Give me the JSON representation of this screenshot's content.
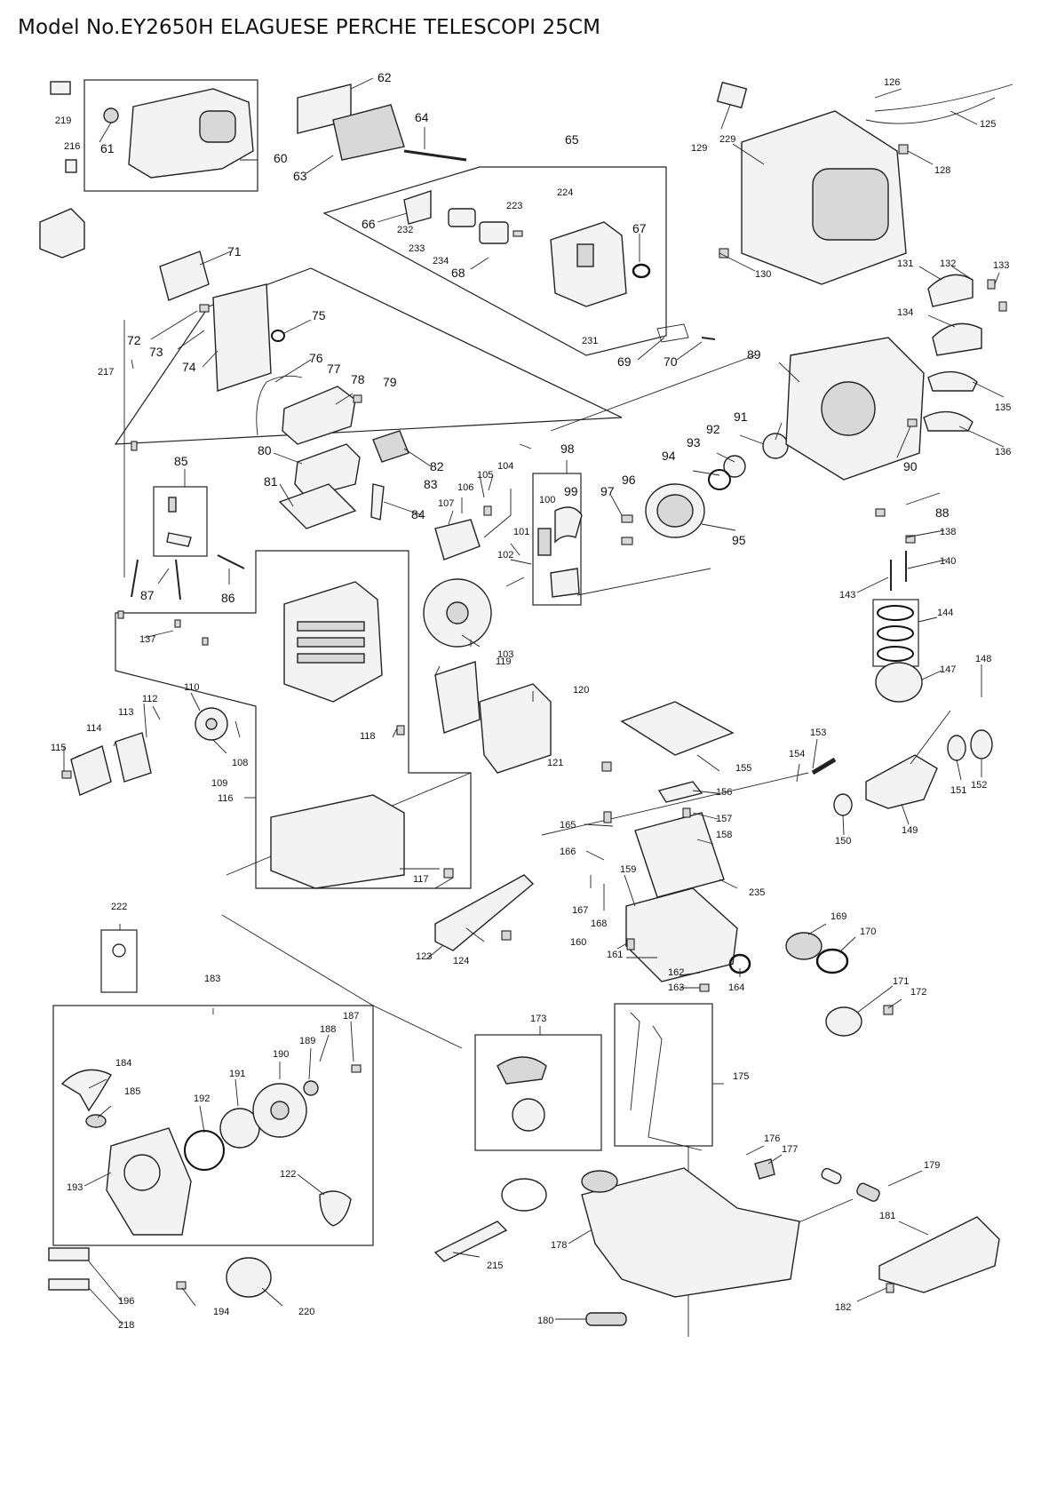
{
  "title": "Model No.EY2650H ELAGUESE PERCHE TELESCOPI 25CM",
  "callouts": [
    "60",
    "61",
    "62",
    "63",
    "64",
    "65",
    "66",
    "67",
    "68",
    "69",
    "70",
    "71",
    "72",
    "73",
    "74",
    "75",
    "76",
    "77",
    "78",
    "79",
    "80",
    "81",
    "82",
    "83",
    "84",
    "85",
    "86",
    "87",
    "88",
    "89",
    "90",
    "91",
    "92",
    "93",
    "94",
    "95",
    "96",
    "97",
    "98",
    "99",
    "100",
    "101",
    "102",
    "103",
    "104",
    "105",
    "106",
    "107",
    "108",
    "109",
    "110",
    "112",
    "113",
    "114",
    "115",
    "116",
    "117",
    "118",
    "119",
    "120",
    "121",
    "122",
    "123",
    "124",
    "125",
    "126",
    "128",
    "129",
    "130",
    "131",
    "132",
    "133",
    "134",
    "135",
    "136",
    "137",
    "138",
    "140",
    "143",
    "144",
    "147",
    "148",
    "149",
    "150",
    "151",
    "152",
    "153",
    "154",
    "155",
    "156",
    "157",
    "158",
    "159",
    "160",
    "161",
    "162",
    "163",
    "164",
    "165",
    "166",
    "167",
    "168",
    "169",
    "170",
    "171",
    "172",
    "173",
    "175",
    "176",
    "177",
    "178",
    "179",
    "180",
    "181",
    "182",
    "183",
    "184",
    "185",
    "187",
    "188",
    "189",
    "190",
    "191",
    "192",
    "193",
    "194",
    "196",
    "215",
    "216",
    "218",
    "219",
    "220",
    "222",
    "223",
    "224",
    "229",
    "231",
    "232",
    "233",
    "234",
    "235",
    "217"
  ]
}
